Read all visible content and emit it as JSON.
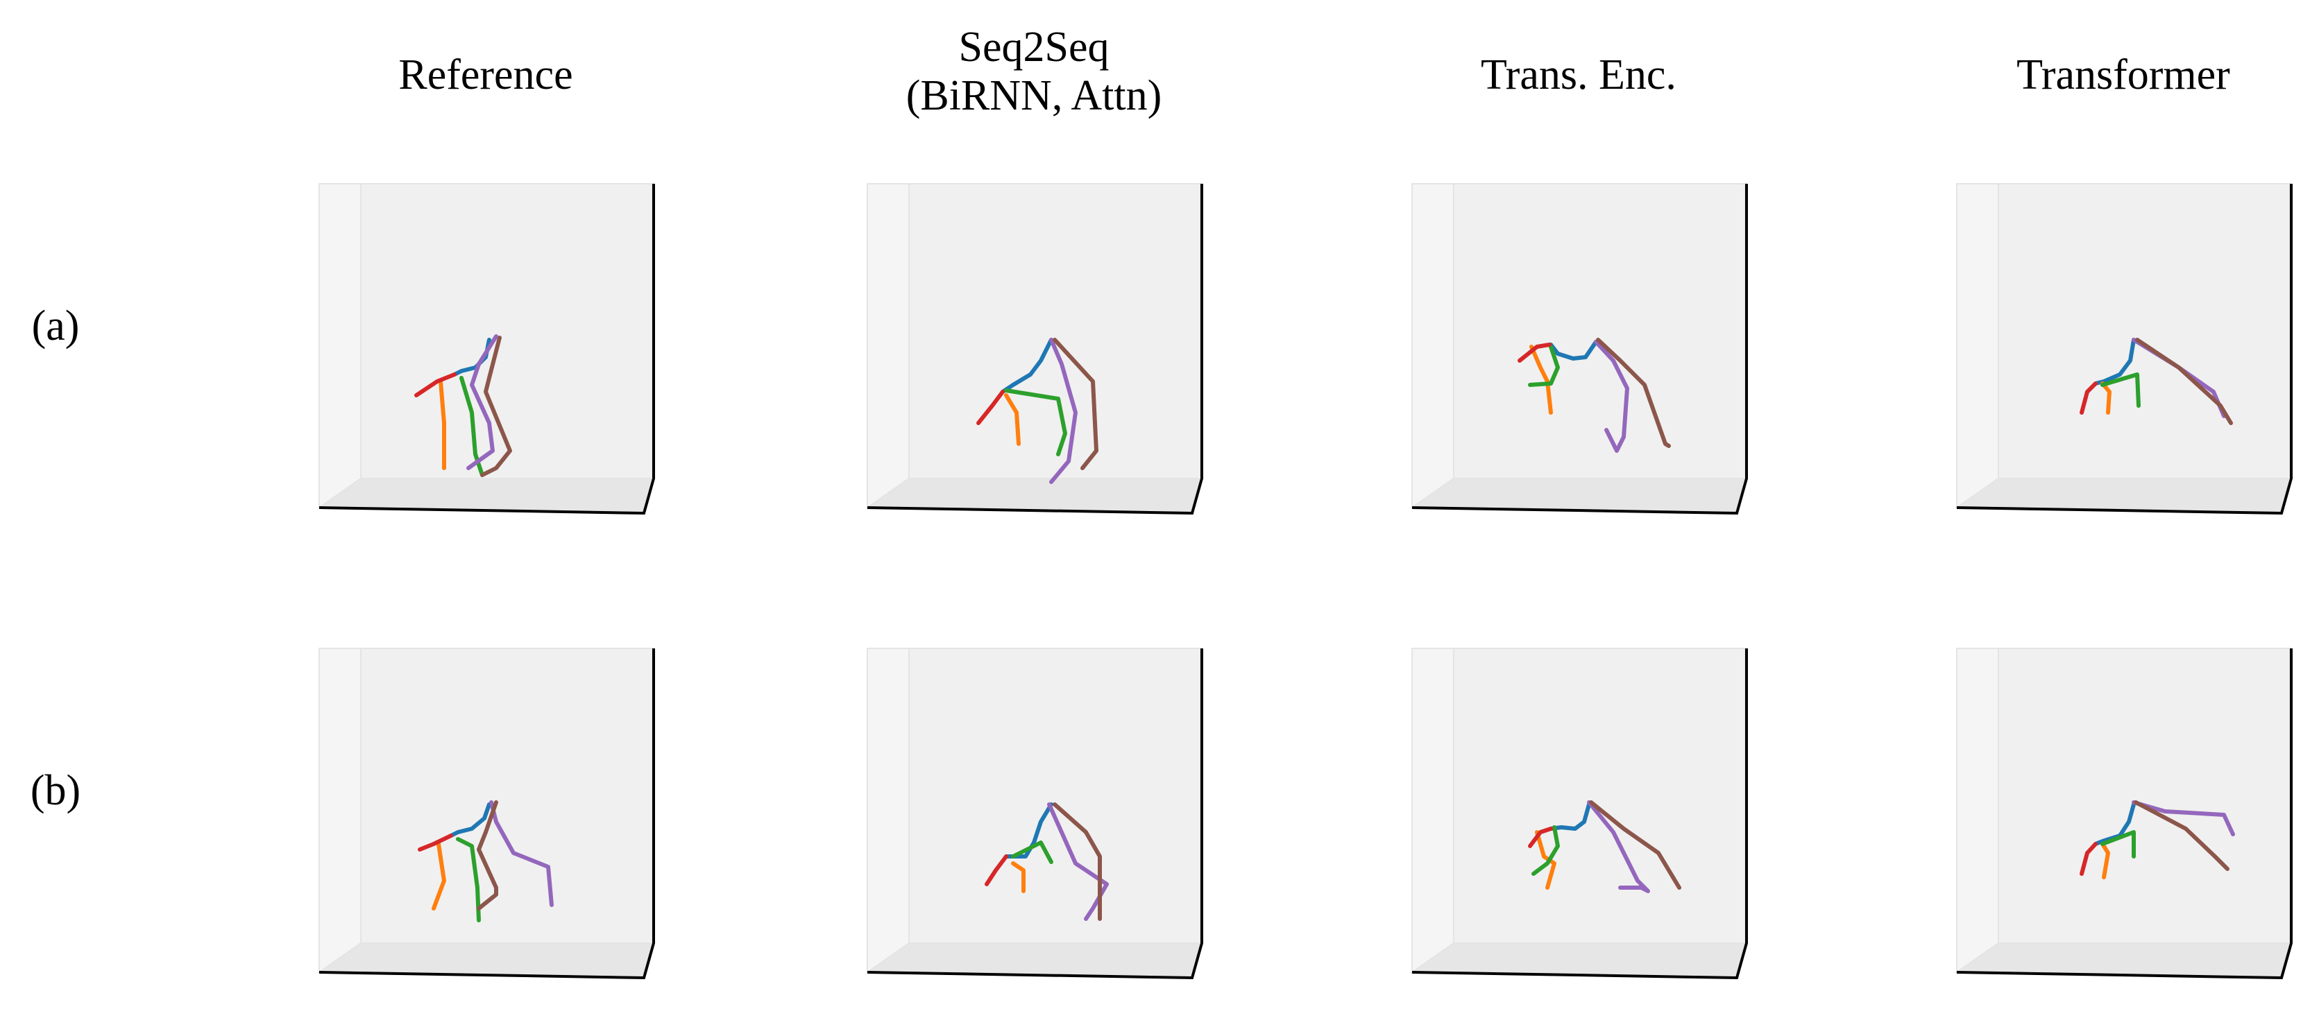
{
  "columns": [
    {
      "id": "reference",
      "title": [
        "Reference"
      ]
    },
    {
      "id": "seq2seq",
      "title": [
        "Seq2Seq",
        "(BiRNN, Attn)"
      ]
    },
    {
      "id": "trans-enc",
      "title": [
        "Trans. Enc."
      ]
    },
    {
      "id": "transformer",
      "title": [
        "Transformer"
      ]
    }
  ],
  "rows": [
    {
      "id": "a",
      "label": "(a)"
    },
    {
      "id": "b",
      "label": "(b)"
    }
  ],
  "colors": {
    "blue": "#1f77b4",
    "orange": "#ff7f0e",
    "green": "#2ca02c",
    "red": "#d62728",
    "purple": "#9467bd",
    "brown": "#8c564b",
    "pane_back": "#f0f0f0",
    "pane_side": "#f5f5f5",
    "pane_floor": "#e6e6e6",
    "pane_edge": "#e4e4e4",
    "axis_line": "#000000"
  },
  "chain_order": [
    "blue",
    "orange",
    "green",
    "red",
    "purple",
    "brown"
  ]
}
